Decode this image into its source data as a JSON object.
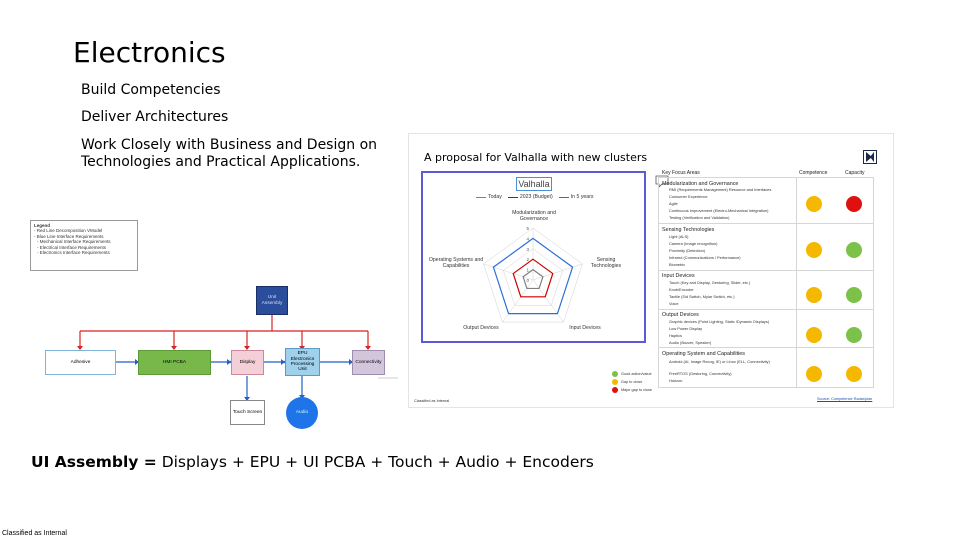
{
  "slide": {
    "title": "Electronics",
    "bullets": [
      "Build Competencies",
      "Deliver Architectures",
      "Work Closely with Business and Design on",
      "Technologies and Practical Applications."
    ],
    "equation_bold": "UI Assembly =",
    "equation_rest": " Displays + EPU + UI PCBA + Touch + Audio + Encoders",
    "classified": "Classified as Internal"
  },
  "legend": {
    "title": "Legend",
    "lines": [
      "- Red Line Decomposition VModel",
      "- Blue Line Interface Requirements",
      "  - Mechanical Interface Requirements",
      "  - Electrical Interface Requirements",
      "  - Electronics Interface Requirements"
    ]
  },
  "diagram": {
    "top_block": "Unit Assembly",
    "blocks": [
      "Adhesive",
      "HMI PCBA",
      "Display",
      "EPU Electronics Processing Unit",
      "Connectivity"
    ],
    "touch_screen": "Touch Screen",
    "audio": "Audio"
  },
  "panel": {
    "title": "A proposal for Valhalla with new clusters",
    "chart_title": "Valhalla",
    "classified": "Classified as Internal",
    "source": "Source: Competence Radar/plan",
    "colors": {
      "green": "#7cc24a",
      "yellow": "#f5b800",
      "red": "#e01010"
    },
    "key": [
      "Good action/value",
      "Gap to close",
      "Major gap to close"
    ],
    "table_headers": [
      "Key Focus Areas",
      "Competence",
      "Capacity"
    ],
    "sections": [
      {
        "title": "Modularization and Governance",
        "items": [
          "RMI (Requirements Management) Resource and Interfaces",
          "Consumer Experience",
          "Agile",
          "Continuous improvement (Electro-Mechanical Integration)",
          "Testing (Verification and Validation)"
        ],
        "competence": "yellow",
        "capacity": "red"
      },
      {
        "title": "Sensing Technologies",
        "items": [
          "Light (ALS)",
          "Camera (Image recognition)",
          "Proximity (Detection)",
          "Infrared (Communications / Performance)",
          "Biometric"
        ],
        "competence": "yellow",
        "capacity": "green"
      },
      {
        "title": "Input Devices",
        "items": [
          "Touch (Key and Display, Gesturing, Slider, etc.)",
          "Knob/Encoder",
          "Tactile (Sid Switch, Mylar Switch, etc.)",
          "Voice"
        ],
        "competence": "yellow",
        "capacity": "green"
      },
      {
        "title": "Output Devices",
        "items": [
          "Graphic devices (Point Lighting, Static /Dynamic Displays)",
          "Low Power Display",
          "Haptics",
          "Audio (Buzzer, Speaker)"
        ],
        "competence": "yellow",
        "capacity": "green"
      },
      {
        "title": "Operating System and Capabilities",
        "items": [
          "Android (AI, Image Recog, IE) or Linux (ELL, Connectivity)",
          "FreeRTOS (Gesturing, Connectivity)",
          "Horizon"
        ],
        "competence": "yellow",
        "capacity": "yellow"
      }
    ]
  },
  "chart_data": {
    "type": "radar",
    "title": "Valhalla",
    "axes": [
      "Modularization and Governance",
      "Sensing Technologies",
      "Input Devices",
      "Output Devices",
      "Operating Systems and Capabilities"
    ],
    "rlim": [
      0,
      5
    ],
    "ticks": [
      "0",
      "1",
      "2",
      "3",
      "4",
      "5"
    ],
    "series": [
      {
        "name": "Today",
        "color": "#808080",
        "values": [
          1,
          1,
          1,
          1,
          1
        ]
      },
      {
        "name": "2023 (Budget)",
        "color": "#cc0000",
        "values": [
          2,
          2,
          2,
          2,
          2
        ]
      },
      {
        "name": "In 5 years",
        "color": "#2b6fd6",
        "values": [
          4,
          4,
          4,
          4,
          4
        ]
      }
    ]
  }
}
